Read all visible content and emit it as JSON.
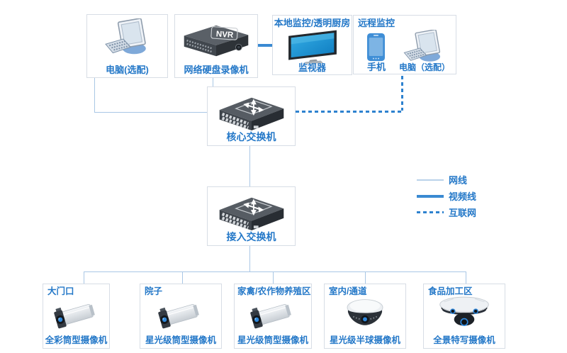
{
  "nodes": {
    "pc": {
      "label": "电脑(选配)"
    },
    "nvr": {
      "badge": "NVR",
      "label": "网络硬盘录像机"
    },
    "monitor": {
      "title": "本地监控/透明厨房",
      "label": "监视器"
    },
    "remote": {
      "title": "远程监控",
      "phone_label": "手机",
      "pc_label": "电脑（选配）"
    },
    "core_switch": {
      "label": "核心交换机"
    },
    "access_switch": {
      "label": "接入交换机"
    }
  },
  "legend": {
    "items": [
      {
        "label": "网线",
        "style": "thin-light-line"
      },
      {
        "label": "视频线",
        "style": "thick-blue-line"
      },
      {
        "label": "互联网",
        "style": "dashed-blue-line"
      }
    ]
  },
  "cameras": [
    {
      "location": "大门口",
      "model": "全彩筒型摄像机",
      "type": "bullet"
    },
    {
      "location": "院子",
      "model": "星光级筒型摄像机",
      "type": "bullet"
    },
    {
      "location": "家禽/农作物养殖区",
      "model": "星光级筒型摄像机",
      "type": "bullet"
    },
    {
      "location": "室内/通道",
      "model": "星光级半球摄像机",
      "type": "dome"
    },
    {
      "location": "食品加工区",
      "model": "全景特写摄像机",
      "type": "panoramic"
    }
  ],
  "colors": {
    "label_blue": "#2478c8",
    "network_cable": "#a9c7e5",
    "video_cable": "#3a8ad2",
    "internet_dashed": "#2e82cf",
    "box_border": "#d7dde5"
  }
}
